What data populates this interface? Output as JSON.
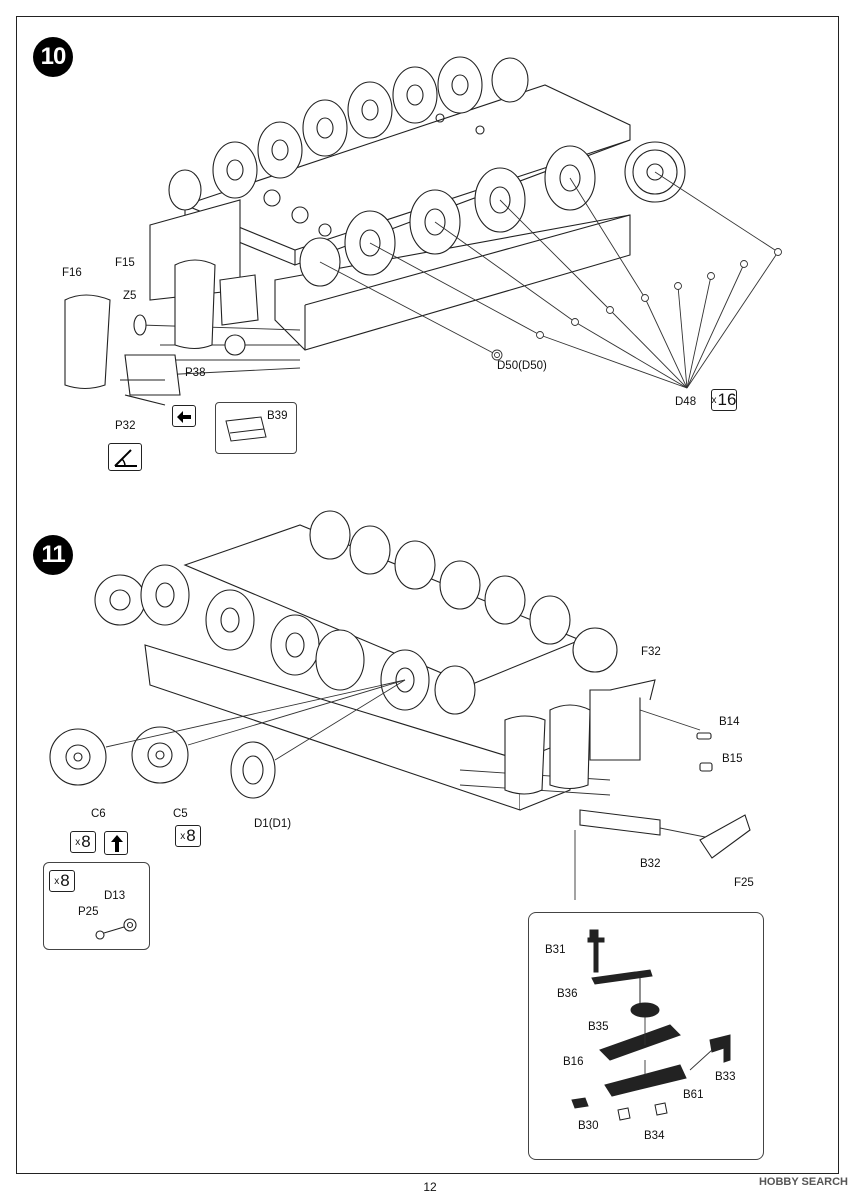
{
  "page_number": "12",
  "watermark": "HOBBY SEARCH",
  "step10": {
    "number": "10",
    "labels": {
      "F16": "F16",
      "F15": "F15",
      "Z5": "Z5",
      "P38": "P38",
      "P32": "P32",
      "B39": "B39",
      "D50": "D50(D50)",
      "D48": "D48"
    },
    "d48_qty": "16",
    "icons": [
      "flip-arrow-icon",
      "angle-glue-icon"
    ]
  },
  "step11": {
    "number": "11",
    "labels": {
      "C6": "C6",
      "C5": "C5",
      "D1": "D1(D1)",
      "F32": "F32",
      "B14": "B14",
      "B15": "B15",
      "B32": "B32",
      "F25": "F25",
      "D13": "D13",
      "P25": "P25"
    },
    "c6_qty": "8",
    "c5_qty": "8",
    "subassembly_qty": "8",
    "detail": {
      "B31": "B31",
      "B36": "B36",
      "B35": "B35",
      "B16": "B16",
      "B33": "B33",
      "B61": "B61",
      "B30": "B30",
      "B34": "B34"
    },
    "icons": [
      "rotate-arrow-icon"
    ]
  }
}
